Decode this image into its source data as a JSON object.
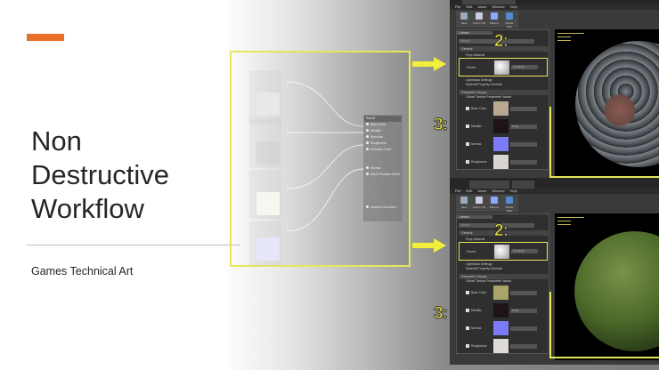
{
  "slide": {
    "title": "Non Destructive Workflow",
    "subtitle": "Games Technical Art",
    "accent_color": "#e8702a"
  },
  "material_graph": {
    "result_node": "Result",
    "pins": [
      "Base Color",
      "Metallic",
      "Specular",
      "Roughness",
      "Emissive Color",
      "Normal",
      "World Position Offset",
      "Ambient Occlusion"
    ]
  },
  "callouts": {
    "step2": "2:",
    "step3": "3:",
    "highlight_color": "#e6e65a"
  },
  "editor": {
    "menu": [
      "File",
      "Edit",
      "Asset",
      "Window",
      "Help"
    ],
    "toolbar": [
      "Save",
      "Find in CB",
      "Params",
      "Mobile Stats"
    ],
    "details_tab": "Details",
    "search_placeholder": "Search",
    "general": "General",
    "phys_material": "Phys Material",
    "parent": "Parent",
    "lightmass": "Lightmass Settings",
    "property_override": "Material Property Override",
    "parameter_groups": "Parameter Groups",
    "global_params": "Global Texture Parameter Values",
    "params": [
      "Base Color",
      "Metallic",
      "Normal",
      "Roughness"
    ],
    "none_value": "None"
  },
  "windows": [
    {
      "sphere": "cobblestone",
      "parent_value": "M_Master"
    },
    {
      "sphere": "grass",
      "parent_value": "M_Master"
    }
  ]
}
